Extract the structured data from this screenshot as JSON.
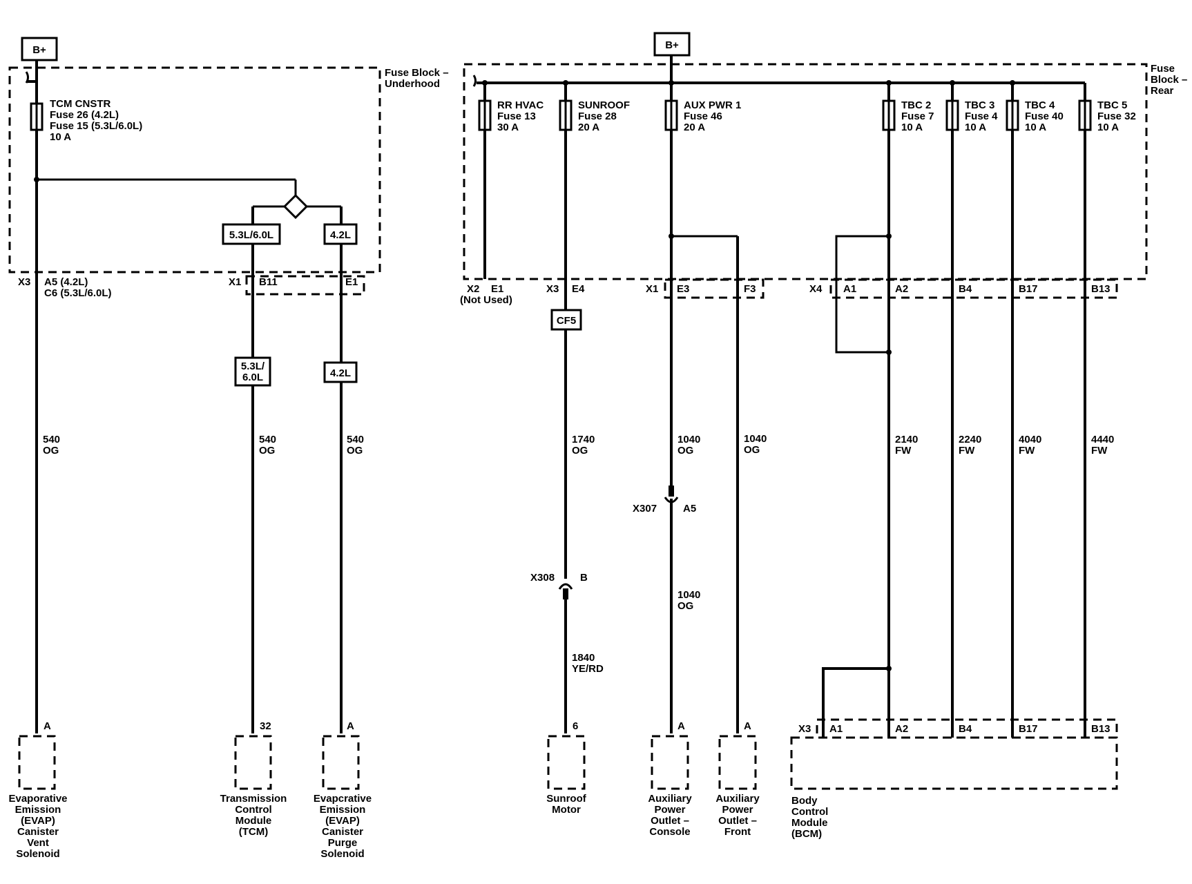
{
  "left_supply": {
    "label": "B+",
    "block_label_1": "Fuse Block –",
    "block_label_2": "Underhood",
    "fuse": [
      "TCM CNSTR",
      "Fuse 26 (4.2L)",
      "Fuse 15 (5.3L/6.0L)",
      "10 A"
    ],
    "option_tags": [
      "5.3L/6.0L",
      "4.2L"
    ],
    "connectors": {
      "x3": "X3",
      "x3_pin_1": "A5 (4.2L)",
      "x3_pin_2": "C6 (5.3L/6.0L)",
      "x1": "X1",
      "b11": "B11",
      "e1": "E1"
    },
    "wire_tags": [
      [
        "5.3L/",
        "6.0L"
      ],
      [
        "4.2L"
      ]
    ],
    "wires": [
      [
        "540",
        "OG"
      ],
      [
        "540",
        "OG"
      ],
      [
        "540",
        "OG"
      ]
    ],
    "component_pins": [
      "A",
      "32",
      "A"
    ],
    "components": [
      [
        "Evaporative",
        "Emission",
        "(EVAP)",
        "Canister",
        "Vent",
        "Solenoid"
      ],
      [
        "Transmission",
        "Control",
        "Module",
        "(TCM)"
      ],
      [
        "Evapcrative",
        "Emission",
        "(EVAP)",
        "Canister",
        "Purge",
        "Solenoid"
      ]
    ]
  },
  "right_supply": {
    "label": "B+",
    "block_label_1": "Fuse",
    "block_label_2": "Block –",
    "block_label_3": "Rear",
    "fuses": [
      [
        "RR HVAC",
        "Fuse 13",
        "30 A"
      ],
      [
        "SUNROOF",
        "Fuse 28",
        "20 A"
      ],
      [
        "AUX PWR 1",
        "Fuse 46",
        "20 A"
      ],
      [
        "TBC 2",
        "Fuse 7",
        "10 A"
      ],
      [
        "TBC 3",
        "Fuse 4",
        "10 A"
      ],
      [
        "TBC 4",
        "Fuse 40",
        "10 A"
      ],
      [
        "TBC 5",
        "Fuse 32",
        "10 A"
      ]
    ],
    "connectors": {
      "x2": "X2",
      "x2_pin": "E1",
      "x2_note": "(Not Used)",
      "x3": "X3",
      "x3_pin": "E4",
      "x1": "X1",
      "x1_pin_1": "E3",
      "x1_pin_2": "F3",
      "x4": "X4",
      "x4_pins": [
        "A1",
        "A2",
        "B4",
        "B17",
        "B13"
      ]
    },
    "splice_tag": "CF5",
    "inline_x308": {
      "name": "X308",
      "pin": "B"
    },
    "inline_x307": {
      "name": "X307",
      "pin": "A5"
    },
    "wires": {
      "sunroof_top": [
        "1740",
        "OG"
      ],
      "sunroof_bottom": [
        "1840",
        "YE/RD"
      ],
      "aux_top": [
        "1040",
        "OG"
      ],
      "aux_front": [
        "1040",
        "OG"
      ],
      "aux_bottom": [
        "1040",
        "OG"
      ],
      "tbc2": [
        "2140",
        "FW"
      ],
      "tbc3": [
        "2240",
        "FW"
      ],
      "tbc4": [
        "4040",
        "FW"
      ],
      "tbc5": [
        "4440",
        "FW"
      ]
    },
    "component_pins": {
      "sunroof": "6",
      "aux_console": "A",
      "aux_front": "A"
    },
    "bcm_connector": "X3",
    "bcm_pins": [
      "A1",
      "A2",
      "B4",
      "B17",
      "B13"
    ],
    "components": {
      "sunroof": [
        "Sunroof",
        "Motor"
      ],
      "aux_console": [
        "Auxiliary",
        "Power",
        "Outlet –",
        "Console"
      ],
      "aux_front": [
        "Auxiliary",
        "Power",
        "Outlet –",
        "Front"
      ],
      "bcm": [
        "Body",
        "Control",
        "Module",
        "(BCM)"
      ]
    }
  }
}
